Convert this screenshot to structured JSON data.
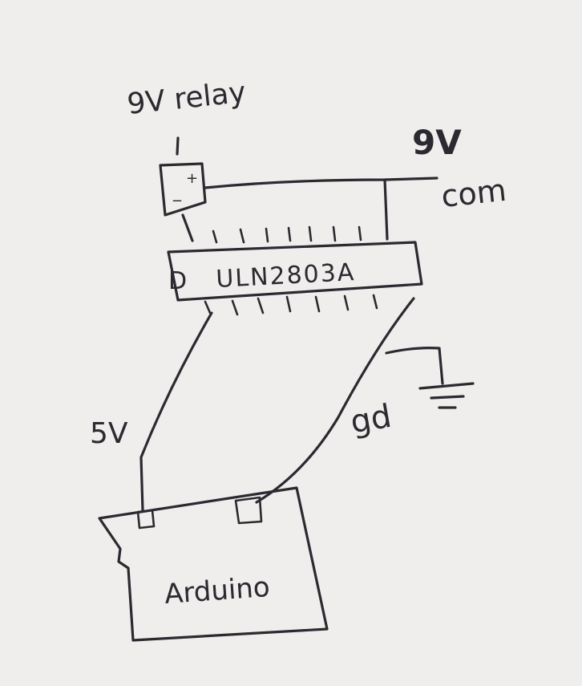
{
  "labels": {
    "relay": "9V relay",
    "relay_plus": "+",
    "relay_minus": "_",
    "supply_voltage": "9V",
    "supply_com": "com",
    "chip": "ULN2803A",
    "chip_notch": "D",
    "five_volt": "5V",
    "ground": "gd",
    "board": "Arduino"
  },
  "colors": {
    "paper": "#efeeec",
    "ink": "#2a2a30"
  }
}
